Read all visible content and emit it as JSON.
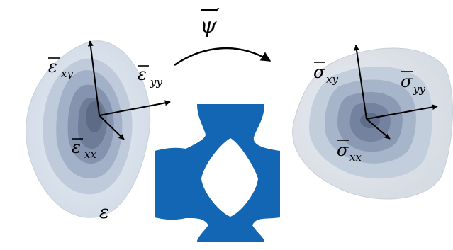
{
  "map_label": {
    "psi_base": "ψ",
    "prime": "′"
  },
  "strain_domain": {
    "set_label": "ε",
    "axes": [
      {
        "id": "xy",
        "symbol": "ε",
        "subscript": "xy"
      },
      {
        "id": "yy",
        "symbol": "ε",
        "subscript": "yy"
      },
      {
        "id": "xx",
        "symbol": "ε",
        "subscript": "xx"
      }
    ]
  },
  "stress_domain": {
    "axes": [
      {
        "id": "xy",
        "symbol": "σ",
        "subscript": "xy"
      },
      {
        "id": "yy",
        "symbol": "σ",
        "subscript": "yy"
      },
      {
        "id": "xx",
        "symbol": "σ",
        "subscript": "xx"
      }
    ]
  },
  "colors": {
    "unit_cell": "#1266b3",
    "blob_light": "#dde6f0",
    "blob_dark": "#5d6b86",
    "arrow": "#000000"
  }
}
